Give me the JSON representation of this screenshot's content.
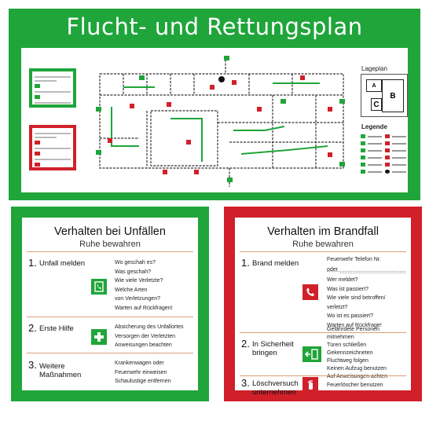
{
  "plan": {
    "title": "Flucht- und Rettungsplan",
    "lageplan": "Lageplan",
    "lageplan_blocks": [
      "A",
      "B",
      "C"
    ],
    "legende": "Legende"
  },
  "accident": {
    "title": "Verhalten bei Unfällen",
    "subtitle": "Ruhe bewahren",
    "steps": [
      {
        "num": "1.",
        "title": "Unfall melden",
        "lines": [
          "Wo geschah es?",
          "Was geschah?",
          "Wie viele Verletzte?",
          "Welche Arten",
          "von Verletzungen?",
          "Warten auf Rückfragen!"
        ]
      },
      {
        "num": "2.",
        "title": "Erste Hilfe",
        "lines": [
          "Absicherung des Unfallortes",
          "Versorgen der Verletzten",
          "Anweisungen beachten"
        ]
      },
      {
        "num": "3.",
        "title": "Weitere",
        "title2": "Maßnahmen",
        "lines": [
          "Krankenwagen oder",
          "Feuerwehr einweisen",
          "Schaulustige entfernen"
        ]
      }
    ]
  },
  "fire": {
    "title": "Verhalten im Brandfall",
    "subtitle": "Ruhe bewahren",
    "steps": [
      {
        "num": "1.",
        "title": "Brand melden",
        "pre": [
          "Feuerwehr Telefon Nr.",
          "oder"
        ],
        "lines": [
          "Wer meldet?",
          "Was ist passiert?",
          "Wie viele sind betroffen/",
          "verletzt?",
          "Wo ist es passiert?",
          "Warten auf Rückfrage!"
        ]
      },
      {
        "num": "2.",
        "title": "In Sicherheit",
        "title2": "bringen",
        "lines": [
          "Gefährdete Personen",
          "mitnehmen",
          "Türen schließen",
          "Gekennzeichneten",
          "Fluchtweg folgen",
          "Keinen Aufzug benutzen",
          "Auf Anweisungen achten"
        ]
      },
      {
        "num": "3.",
        "title": "Löschversuch",
        "title2": "unternehmen",
        "lines": [
          "Feuerlöscher benutzen"
        ]
      }
    ]
  },
  "colors": {
    "green": "#1fa53a",
    "red": "#d0202a"
  }
}
